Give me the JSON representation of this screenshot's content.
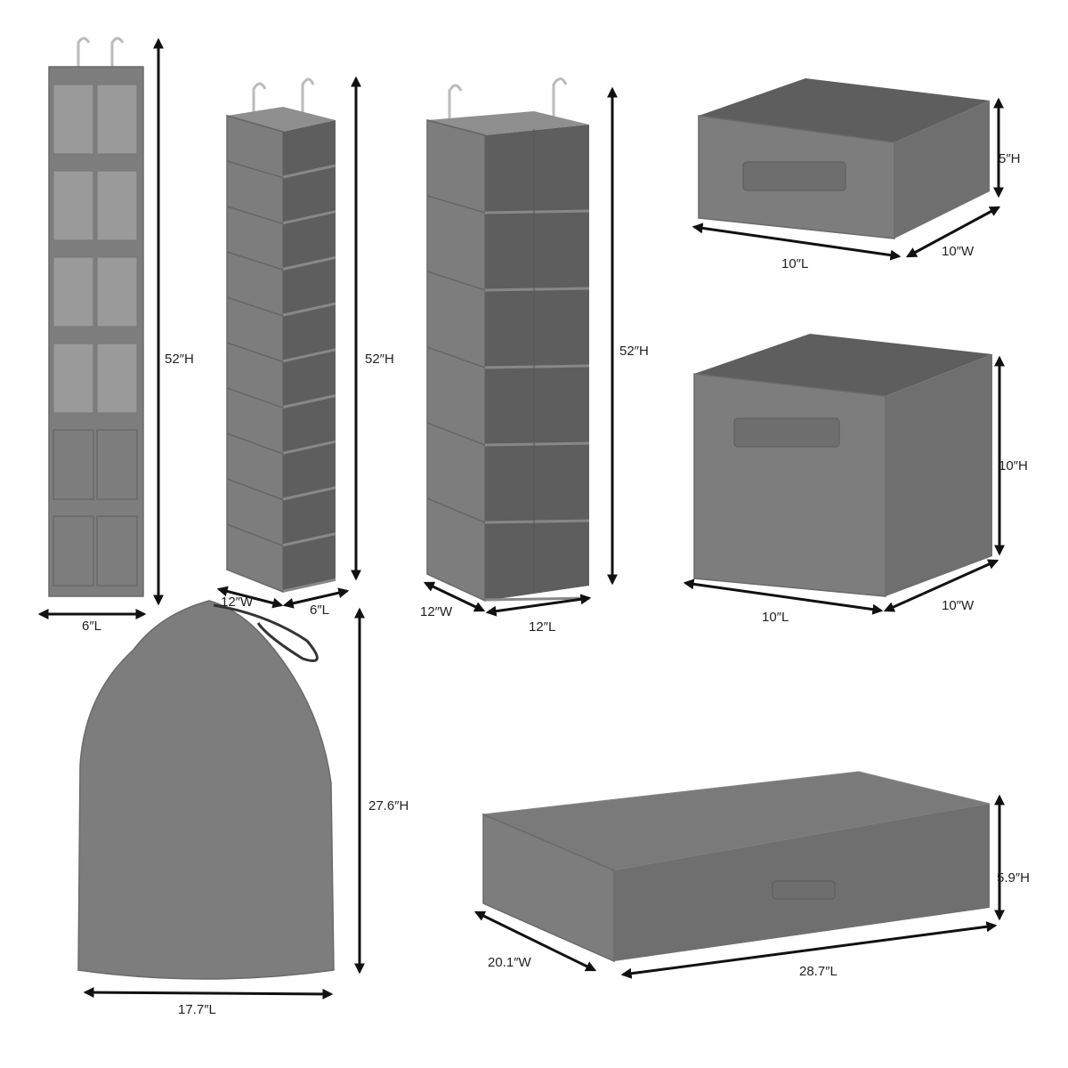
{
  "colors": {
    "fabric": "#7d7d7d",
    "arrow": "#111111",
    "background": "#ffffff"
  },
  "products": [
    {
      "name": "over-door-pocket-organizer",
      "labels": {
        "height": "52″H",
        "length": "6″L"
      }
    },
    {
      "name": "ten-shelf-hanging-organizer",
      "labels": {
        "height": "52″H",
        "width": "12″W",
        "length": "6″L"
      }
    },
    {
      "name": "six-shelf-hanging-organizer",
      "labels": {
        "height": "52″H",
        "width": "12″W",
        "length": "12″L"
      }
    },
    {
      "name": "small-storage-bin",
      "labels": {
        "height": "5″H",
        "length": "10″L",
        "width": "10″W"
      }
    },
    {
      "name": "cube-storage-bin",
      "labels": {
        "height": "10″H",
        "length": "10″L",
        "width": "10″W"
      }
    },
    {
      "name": "drawstring-bag",
      "labels": {
        "height": "27.6″H",
        "length": "17.7″L"
      }
    },
    {
      "name": "underbed-storage-box",
      "labels": {
        "height": "5.9″H",
        "width": "20.1″W",
        "length": "28.7″L"
      }
    }
  ]
}
